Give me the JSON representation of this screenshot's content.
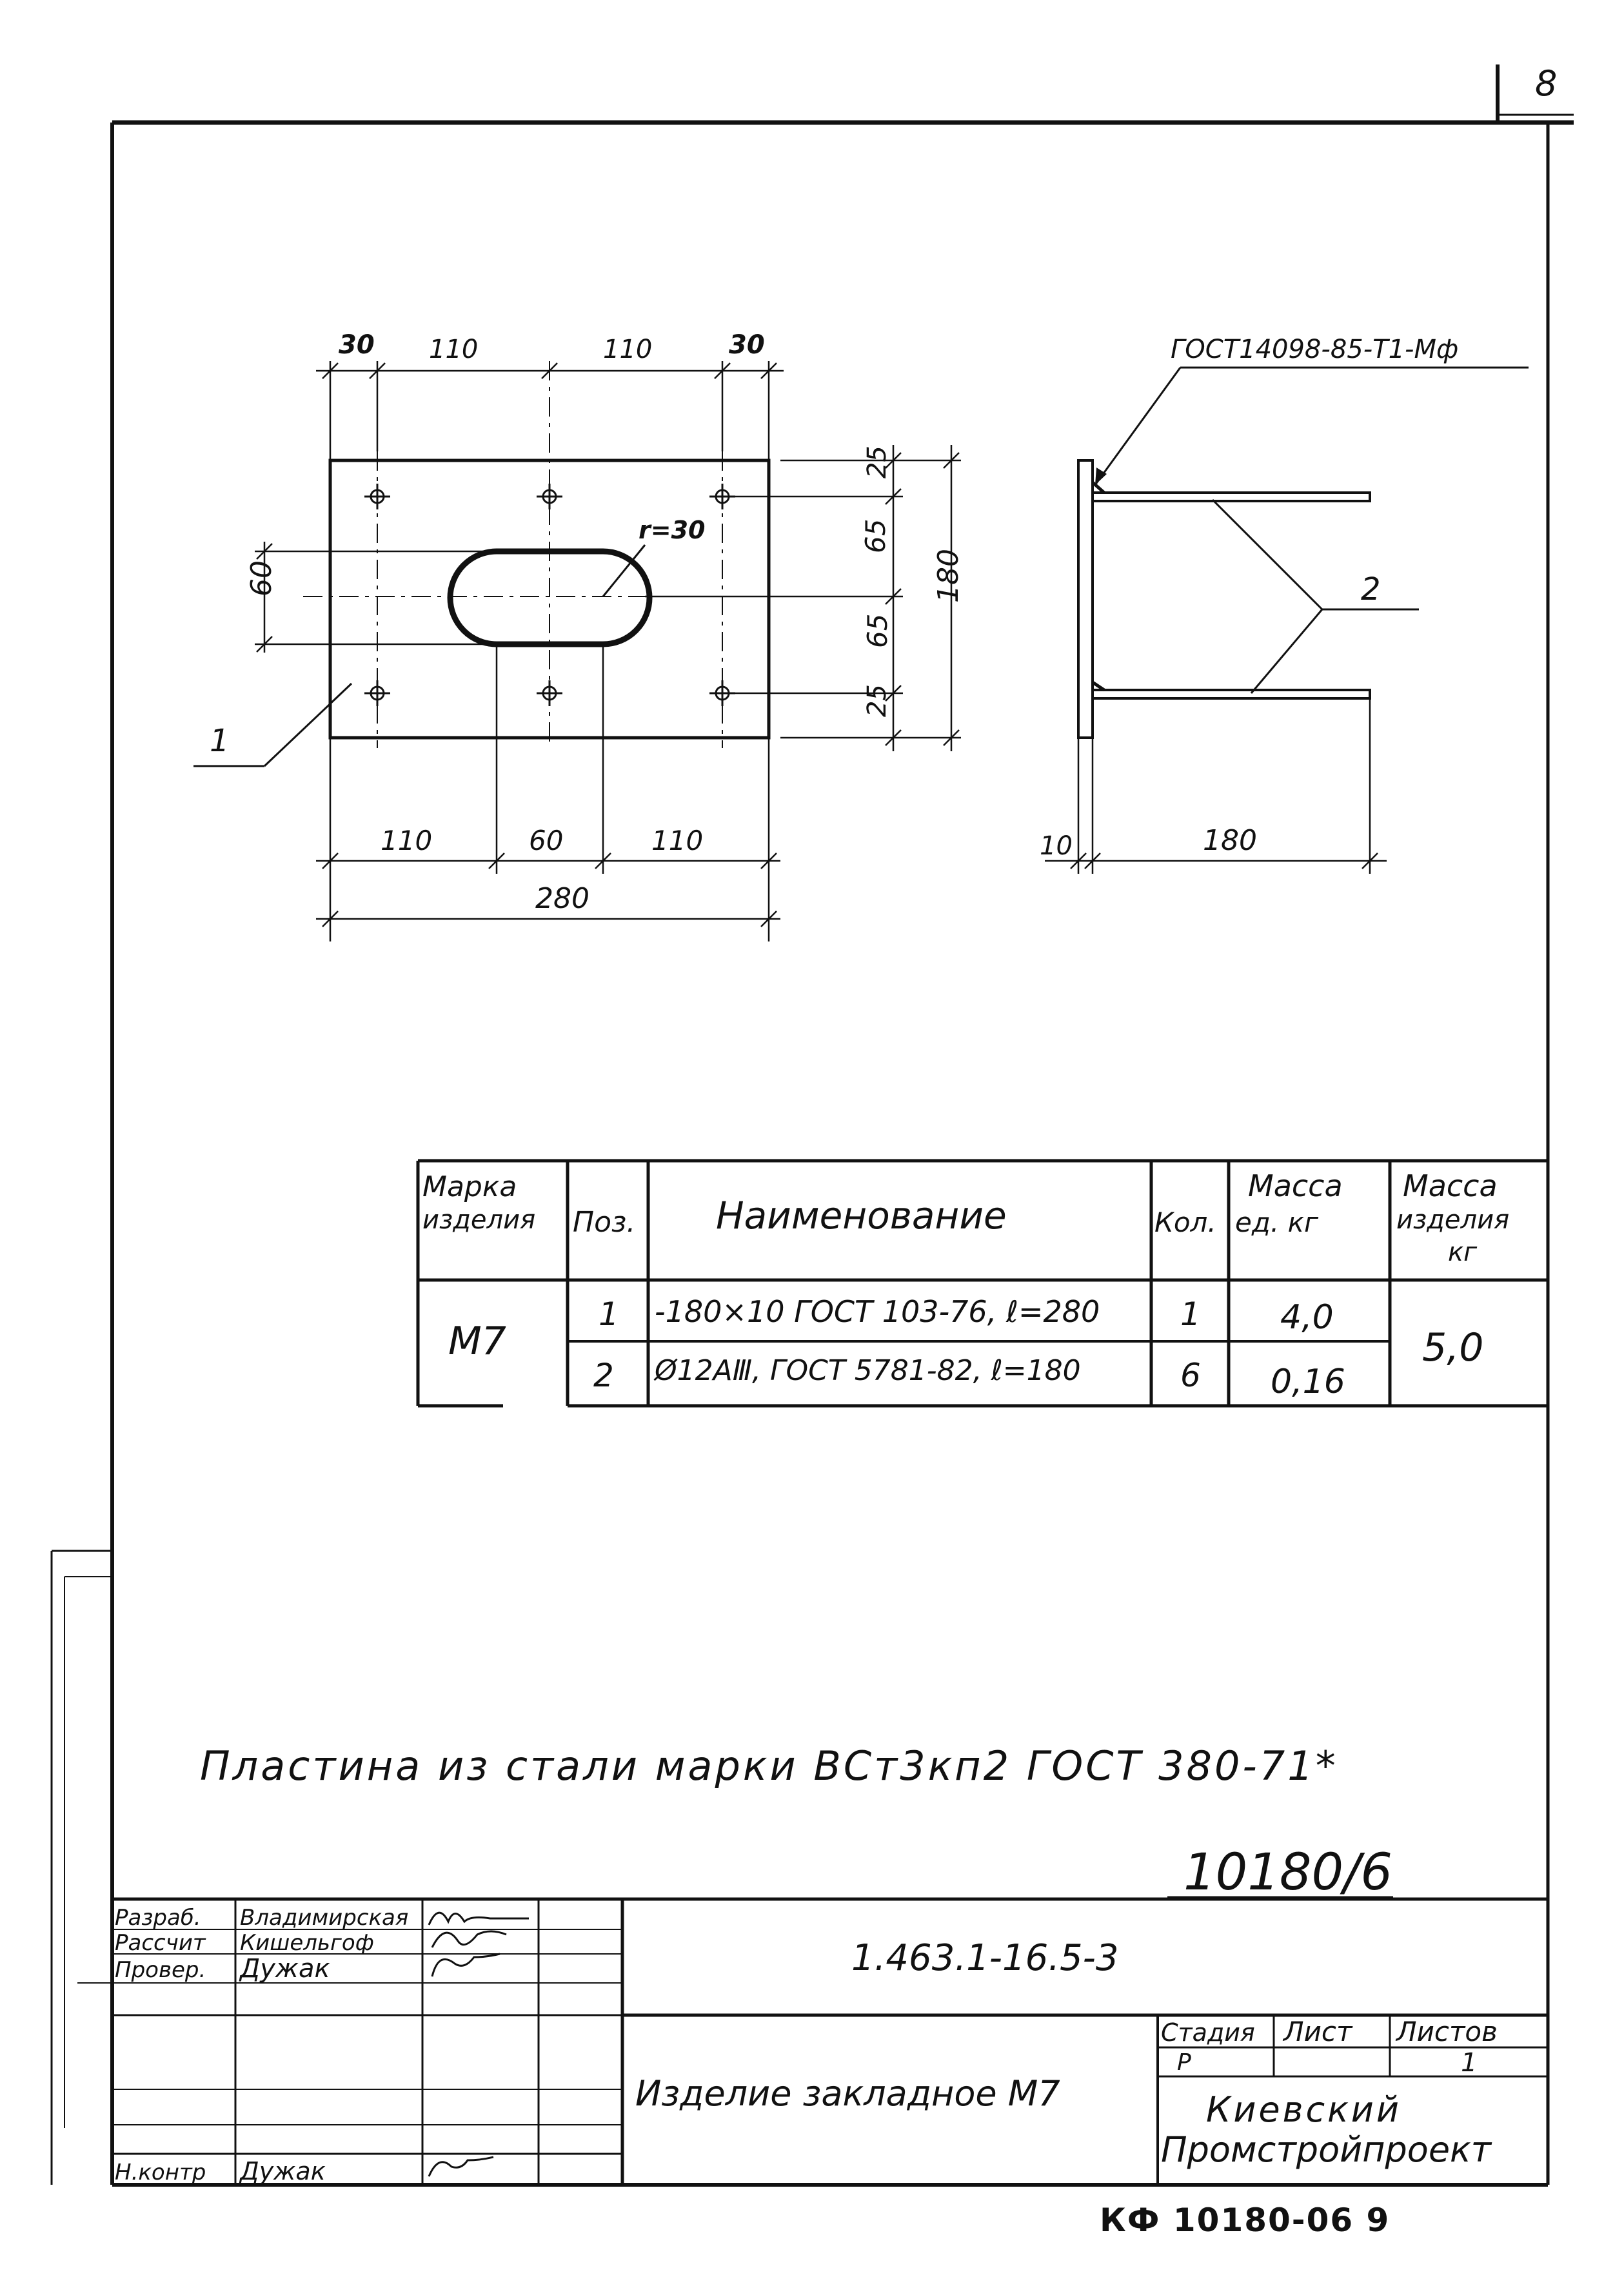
{
  "sheet_number": "8",
  "drawing": {
    "plan_view": {
      "top_dims": [
        "30",
        "110",
        "110",
        "30"
      ],
      "right_dims": [
        "25",
        "65",
        "65",
        "25"
      ],
      "overall_height": "180",
      "slot_height": "60",
      "radius": "r=30",
      "bottom_dims": [
        "110",
        "60",
        "110"
      ],
      "overall_width": "280",
      "callout": "1"
    },
    "side_view": {
      "weld_label": "ГОСТ14098-85-Т1-Мф",
      "callout": "2",
      "plate_thickness": "10",
      "rod_length": "180"
    }
  },
  "spec_table": {
    "headers": {
      "mark": [
        "Марка",
        "изделия"
      ],
      "pos": "Поз.",
      "name": "Наименование",
      "qty": "Кол.",
      "unit_mass": [
        "Масса",
        "ед. кг"
      ],
      "total_mass": [
        "Масса",
        "изделия",
        "кг"
      ]
    },
    "mark": "M7",
    "total_mass": "5,0",
    "rows": [
      {
        "pos": "1",
        "name": "-180×10 ГОСТ 103-76, ℓ=280",
        "qty": "1",
        "unit_mass": "4,0"
      },
      {
        "pos": "2",
        "name": "Ø12АⅢ, ГОСТ 5781-82, ℓ=180",
        "qty": "6",
        "unit_mass": "0,16"
      }
    ]
  },
  "note": "Пластина из стали марки ВСт3кп2 ГОСТ 380-71*",
  "archive_number": "10180/6",
  "title_block": {
    "people": [
      {
        "role": "Разраб.",
        "name": "Владимирская"
      },
      {
        "role": "Рассчит",
        "name": "Кишельгоф"
      },
      {
        "role": "Провер.",
        "name": "Дужак"
      },
      {
        "role": "",
        "name": ""
      },
      {
        "role": "",
        "name": ""
      },
      {
        "role": "Н.контр",
        "name": "Дужак"
      }
    ],
    "doc_code": "1.463.1-16.5-3",
    "item_title": "Изделие закладное M7",
    "stage_label": "Стадия",
    "sheet_label": "Лист",
    "sheets_label": "Листов",
    "stage": "Р",
    "sheet": "",
    "sheets": "1",
    "org_line1": "Киевский",
    "org_line2": "Промстройпроект"
  },
  "stamp": "КФ 10180-06 9"
}
